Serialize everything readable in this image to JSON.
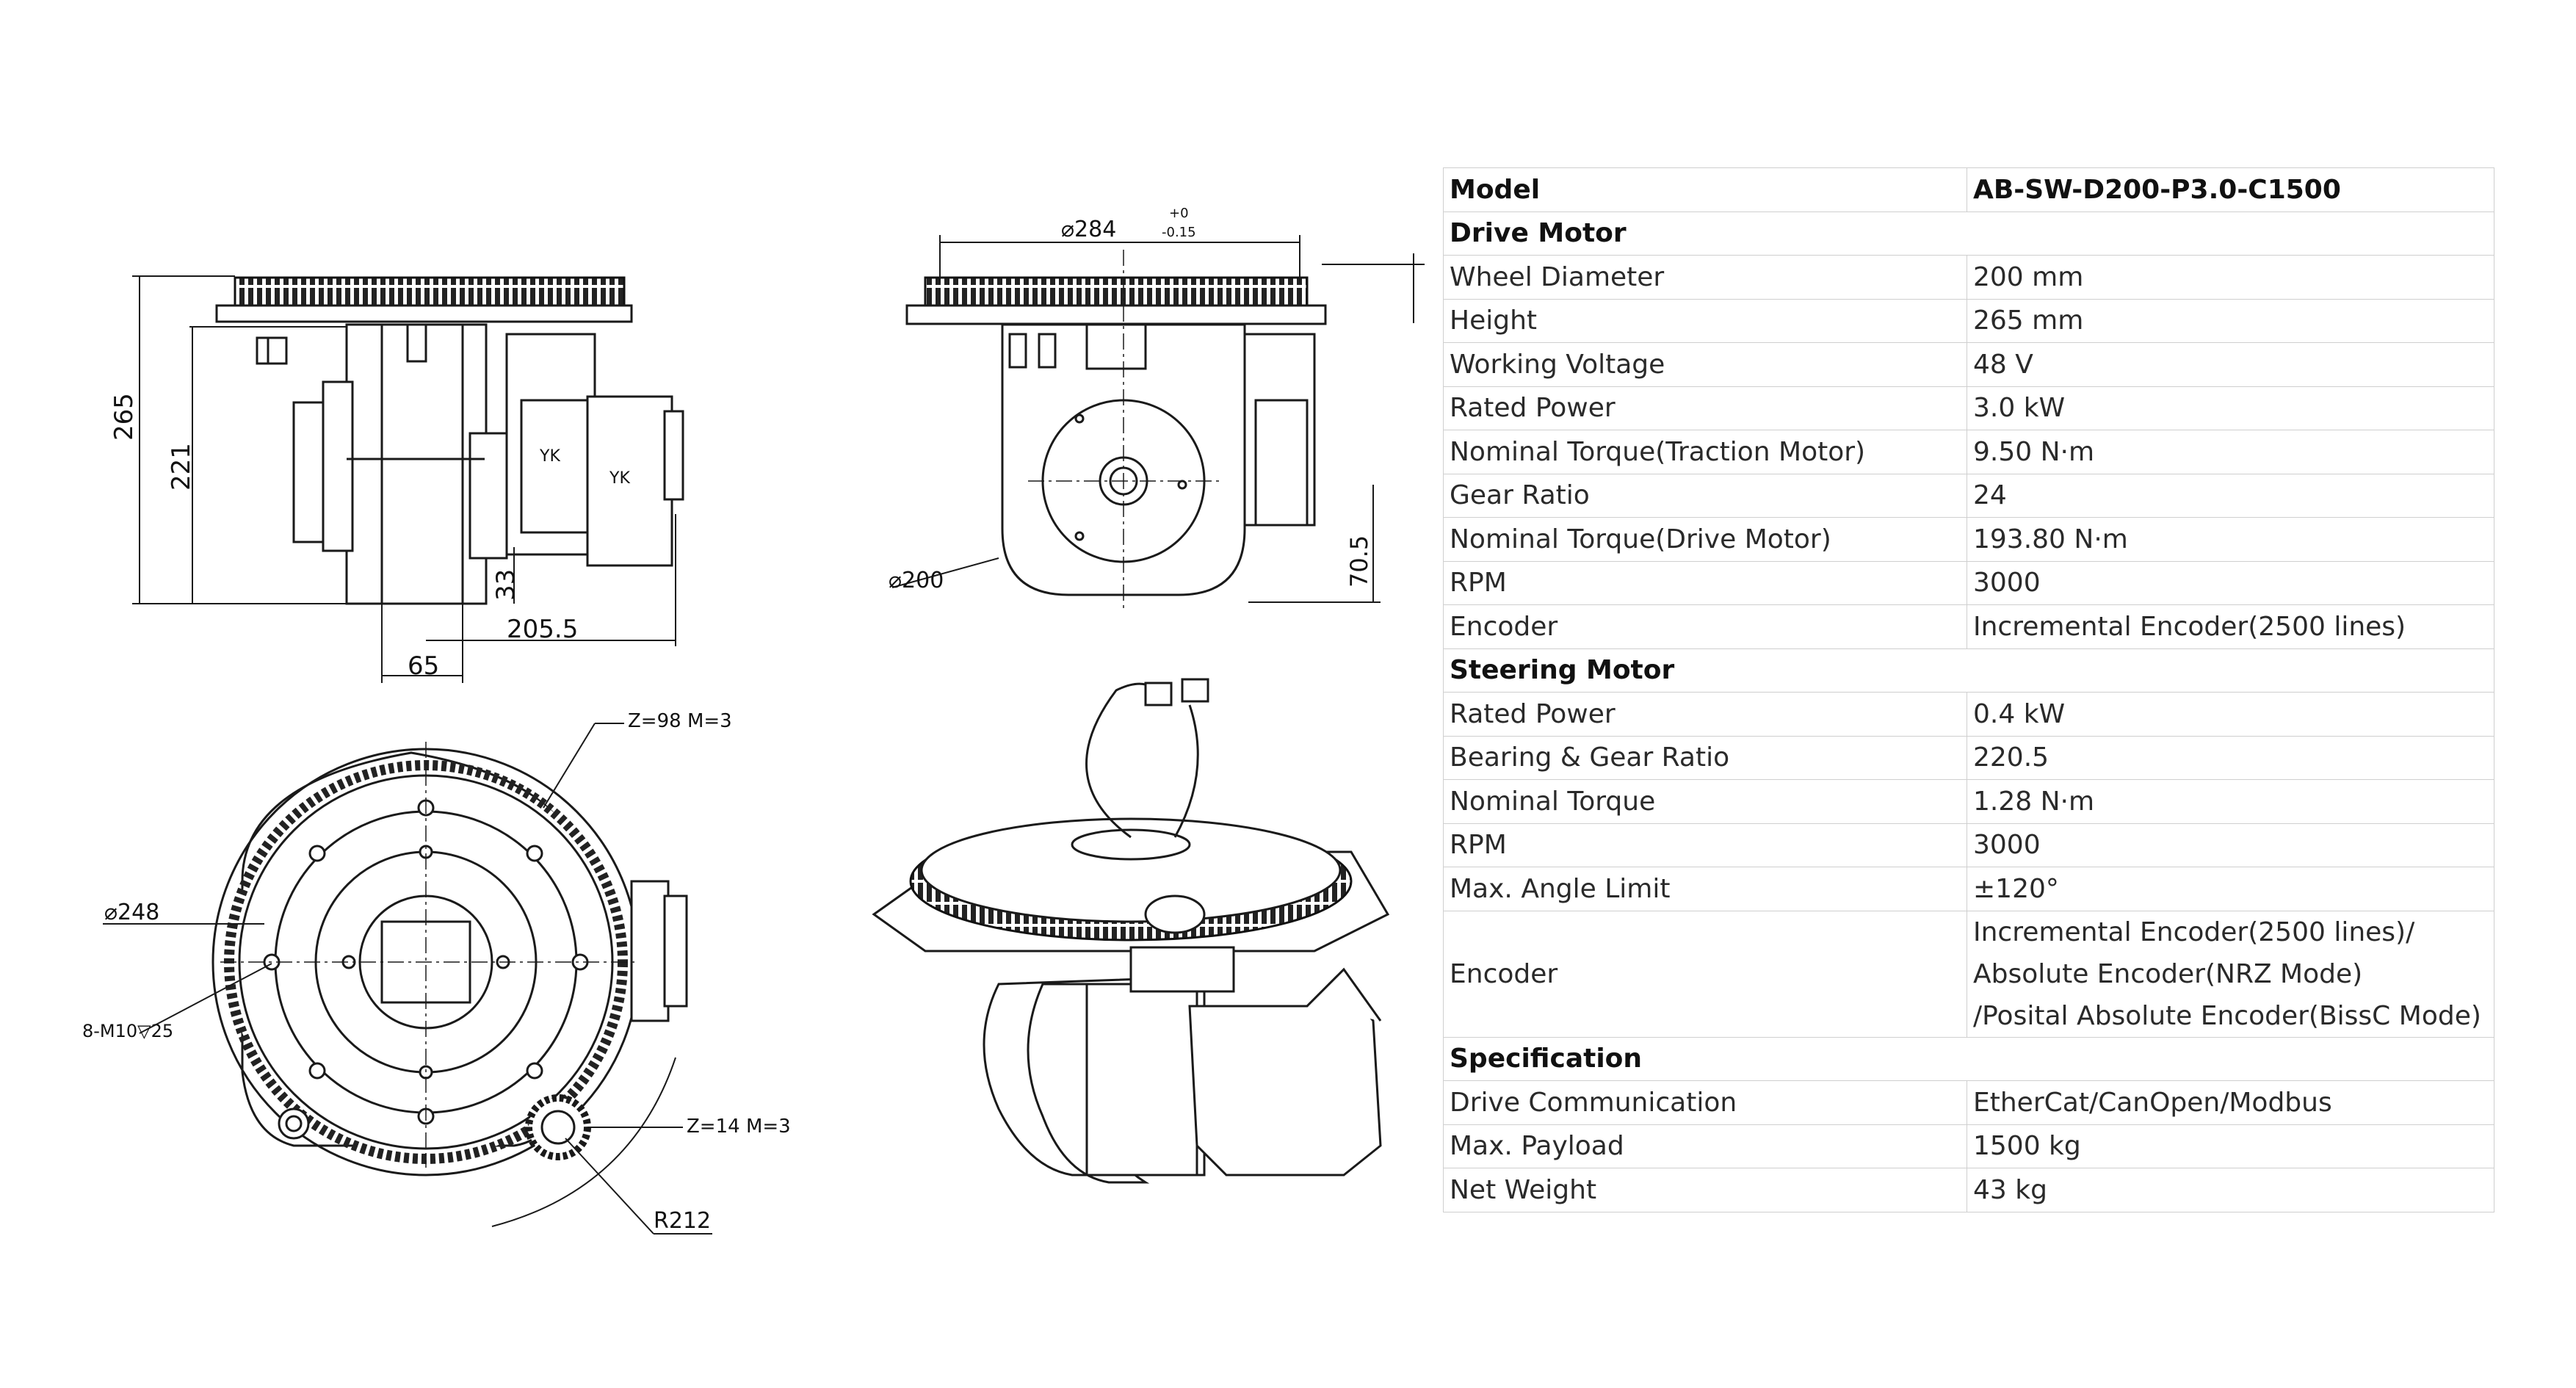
{
  "drawing": {
    "side_view": {
      "dims": [
        "265",
        "221",
        "33",
        "205.5",
        "65"
      ],
      "motor_labels": [
        "YK",
        "YK"
      ]
    },
    "front_view": {
      "dims": [
        "⌀284",
        "+0",
        "-0.15",
        "⌀200",
        "70.5"
      ]
    },
    "top_view": {
      "dims": [
        "Z=98 M=3",
        "⌀248",
        "8-M10▽25",
        "Z=14 M=3",
        "R212"
      ]
    }
  },
  "spec_table": {
    "model_label": "Model",
    "model_value": "AB-SW-D200-P3.0-C1500",
    "sections": [
      {
        "title": "Drive Motor",
        "rows": [
          {
            "label": "Wheel Diameter",
            "value": "200 mm"
          },
          {
            "label": "Height",
            "value": "265 mm"
          },
          {
            "label": "Working Voltage",
            "value": "48 V"
          },
          {
            "label": "Rated Power",
            "value": "3.0 kW"
          },
          {
            "label": "Nominal Torque(Traction Motor)",
            "value": "9.50 N·m"
          },
          {
            "label": "Gear Ratio",
            "value": "24"
          },
          {
            "label": "Nominal Torque(Drive Motor)",
            "value": "193.80 N·m"
          },
          {
            "label": "RPM",
            "value": "3000"
          },
          {
            "label": "Encoder",
            "value": "Incremental Encoder(2500 lines)"
          }
        ]
      },
      {
        "title": "Steering Motor",
        "rows": [
          {
            "label": "Rated Power",
            "value": "0.4 kW"
          },
          {
            "label": "Bearing & Gear Ratio",
            "value": "220.5"
          },
          {
            "label": "Nominal Torque",
            "value": "1.28 N·m"
          },
          {
            "label": "RPM",
            "value": "3000"
          },
          {
            "label": "Max. Angle Limit",
            "value": "±120°"
          }
        ],
        "encoder": {
          "label": "Encoder",
          "lines": [
            "Incremental Encoder(2500 lines)/",
            "Absolute Encoder(NRZ Mode)",
            "/Posital Absolute Encoder(BissC Mode)"
          ]
        }
      },
      {
        "title": "Specification",
        "rows": [
          {
            "label": "Drive Communication",
            "value": "EtherCat/CanOpen/Modbus"
          },
          {
            "label": "Max. Payload",
            "value": "1500 kg"
          },
          {
            "label": "Net Weight",
            "value": "43 kg"
          }
        ]
      }
    ]
  }
}
